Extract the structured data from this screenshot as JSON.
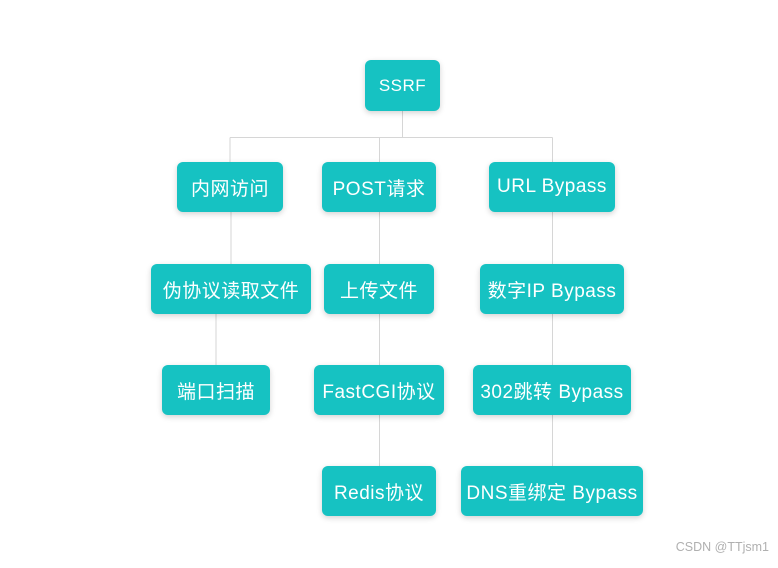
{
  "tree": {
    "label": "SSRF",
    "children": [
      {
        "label": "内网访问",
        "children": [
          {
            "label": "伪协议读取文件",
            "children": [
              {
                "label": "端口扫描",
                "children": []
              }
            ]
          }
        ]
      },
      {
        "label": "POST请求",
        "children": [
          {
            "label": "上传文件",
            "children": [
              {
                "label": "FastCGI协议",
                "children": [
                  {
                    "label": "Redis协议",
                    "children": []
                  }
                ]
              }
            ]
          }
        ]
      },
      {
        "label": "URL Bypass",
        "children": [
          {
            "label": "数字IP Bypass",
            "children": [
              {
                "label": "302跳转 Bypass",
                "children": [
                  {
                    "label": "DNS重绑定 Bypass",
                    "children": []
                  }
                ]
              }
            ]
          }
        ]
      }
    ]
  },
  "watermark": {
    "text": "CSDN @TTjsm1"
  },
  "colors": {
    "node_fill": "#16c2c2",
    "node_text": "#ffffff",
    "connector_line": "#d6d6d6",
    "watermark_text": "#b0b0b0",
    "background": "#ffffff"
  }
}
